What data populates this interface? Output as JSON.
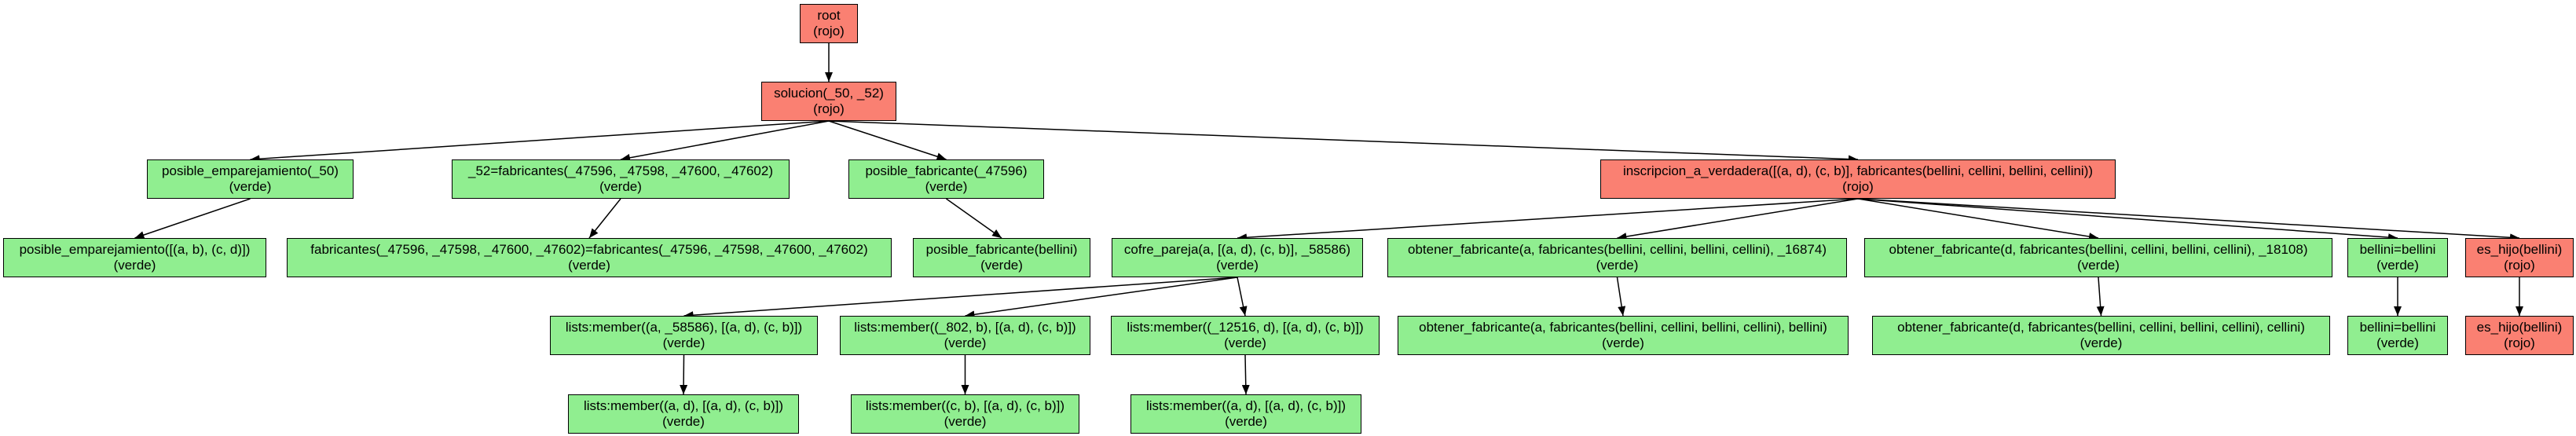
{
  "colors": {
    "rojo": "#fa8072",
    "verde": "#90ee90",
    "border": "#000000",
    "edge": "#000000"
  },
  "nodes": [
    {
      "id": "root",
      "label": "root",
      "status": "(rojo)",
      "color": "rojo"
    },
    {
      "id": "solucion",
      "label": "solucion(_50, _52)",
      "status": "(rojo)",
      "color": "rojo"
    },
    {
      "id": "pe1",
      "label": "posible_emparejamiento(_50)",
      "status": "(verde)",
      "color": "verde"
    },
    {
      "id": "fab1",
      "label": "_52=fabricantes(_47596, _47598, _47600, _47602)",
      "status": "(verde)",
      "color": "verde"
    },
    {
      "id": "pf1",
      "label": "posible_fabricante(_47596)",
      "status": "(verde)",
      "color": "verde"
    },
    {
      "id": "iav",
      "label": "inscripcion_a_verdadera([(a, d), (c, b)], fabricantes(bellini, cellini, bellini, cellini))",
      "status": "(rojo)",
      "color": "rojo"
    },
    {
      "id": "pe2",
      "label": "posible_emparejamiento([(a, b), (c, d)])",
      "status": "(verde)",
      "color": "verde"
    },
    {
      "id": "fab2",
      "label": "fabricantes(_47596, _47598, _47600, _47602)=fabricantes(_47596, _47598, _47600, _47602)",
      "status": "(verde)",
      "color": "verde"
    },
    {
      "id": "pf2",
      "label": "posible_fabricante(bellini)",
      "status": "(verde)",
      "color": "verde"
    },
    {
      "id": "cp",
      "label": "cofre_pareja(a, [(a, d), (c, b)], _58586)",
      "status": "(verde)",
      "color": "verde"
    },
    {
      "id": "ofa",
      "label": "obtener_fabricante(a, fabricantes(bellini, cellini, bellini, cellini), _16874)",
      "status": "(verde)",
      "color": "verde"
    },
    {
      "id": "ofd",
      "label": "obtener_fabricante(d, fabricantes(bellini, cellini, bellini, cellini), _18108)",
      "status": "(verde)",
      "color": "verde"
    },
    {
      "id": "bb1",
      "label": "bellini=bellini",
      "status": "(verde)",
      "color": "verde"
    },
    {
      "id": "eh1",
      "label": "es_hijo(bellini)",
      "status": "(rojo)",
      "color": "rojo"
    },
    {
      "id": "lm1",
      "label": "lists:member((a, _58586), [(a, d), (c, b)])",
      "status": "(verde)",
      "color": "verde"
    },
    {
      "id": "lm2",
      "label": "lists:member((_802, b), [(a, d), (c, b)])",
      "status": "(verde)",
      "color": "verde"
    },
    {
      "id": "lm3",
      "label": "lists:member((_12516, d), [(a, d), (c, b)])",
      "status": "(verde)",
      "color": "verde"
    },
    {
      "id": "ofa2",
      "label": "obtener_fabricante(a, fabricantes(bellini, cellini, bellini, cellini), bellini)",
      "status": "(verde)",
      "color": "verde"
    },
    {
      "id": "ofd2",
      "label": "obtener_fabricante(d, fabricantes(bellini, cellini, bellini, cellini), cellini)",
      "status": "(verde)",
      "color": "verde"
    },
    {
      "id": "bb2",
      "label": "bellini=bellini",
      "status": "(verde)",
      "color": "verde"
    },
    {
      "id": "eh2",
      "label": "es_hijo(bellini)",
      "status": "(rojo)",
      "color": "rojo"
    },
    {
      "id": "lm1b",
      "label": "lists:member((a, d), [(a, d), (c, b)])",
      "status": "(verde)",
      "color": "verde"
    },
    {
      "id": "lm2b",
      "label": "lists:member((c, b), [(a, d), (c, b)])",
      "status": "(verde)",
      "color": "verde"
    },
    {
      "id": "lm3b",
      "label": "lists:member((a, d), [(a, d), (c, b)])",
      "status": "(verde)",
      "color": "verde"
    }
  ],
  "edges": [
    [
      "root",
      "solucion"
    ],
    [
      "solucion",
      "pe1"
    ],
    [
      "solucion",
      "fab1"
    ],
    [
      "solucion",
      "pf1"
    ],
    [
      "solucion",
      "iav"
    ],
    [
      "pe1",
      "pe2"
    ],
    [
      "fab1",
      "fab2"
    ],
    [
      "pf1",
      "pf2"
    ],
    [
      "iav",
      "cp"
    ],
    [
      "iav",
      "ofa"
    ],
    [
      "iav",
      "ofd"
    ],
    [
      "iav",
      "bb1"
    ],
    [
      "iav",
      "eh1"
    ],
    [
      "cp",
      "lm1"
    ],
    [
      "cp",
      "lm2"
    ],
    [
      "cp",
      "lm3"
    ],
    [
      "ofa",
      "ofa2"
    ],
    [
      "ofd",
      "ofd2"
    ],
    [
      "bb1",
      "bb2"
    ],
    [
      "eh1",
      "eh2"
    ],
    [
      "lm1",
      "lm1b"
    ],
    [
      "lm2",
      "lm2b"
    ],
    [
      "lm3",
      "lm3b"
    ]
  ]
}
